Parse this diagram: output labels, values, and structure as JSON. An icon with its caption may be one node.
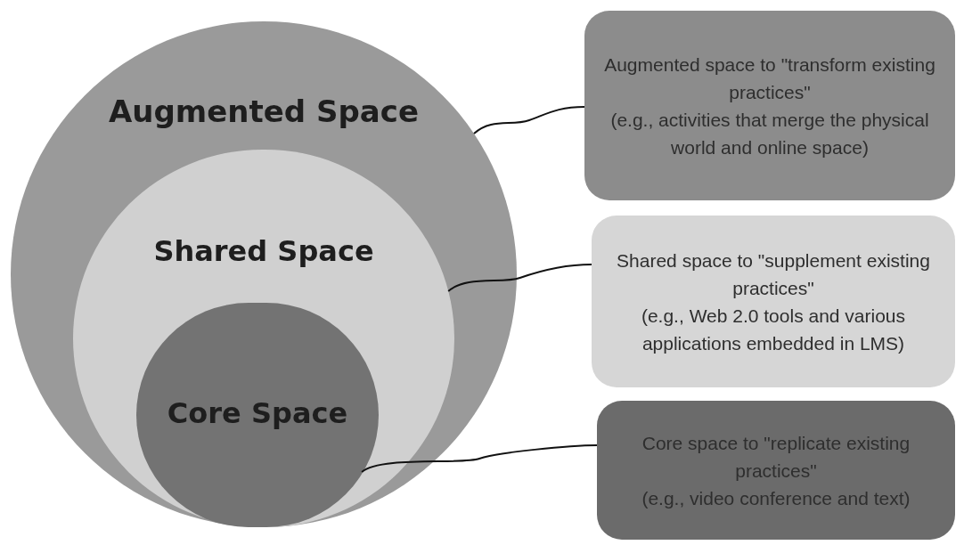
{
  "diagram": {
    "nodes": [
      {
        "text": [
          "Augmented Space"
        ]
      },
      {
        "text": [
          "Shared Space"
        ],
        "in": 0
      },
      {
        "text": [
          "Core Space"
        ],
        "in": 1
      },
      {
        "text": [
          "Augmented space to \"transform existing practices\"",
          "(e.g., activities that merge the physical world and online space)"
        ]
      },
      {
        "text": [
          "Shared space to \"supplement existing practices\"",
          "(e.g., Web 2.0 tools and various applications embedded in LMS)"
        ]
      },
      {
        "text": [
          "Core space to \"replicate existing practices\"",
          "(e.g., video conference and text)"
        ]
      }
    ],
    "edges": [
      {
        "from": 0,
        "to": 3,
        "arrow": "none"
      },
      {
        "from": 1,
        "to": 4,
        "arrow": "none"
      },
      {
        "from": 2,
        "to": 5,
        "arrow": "none"
      }
    ]
  }
}
